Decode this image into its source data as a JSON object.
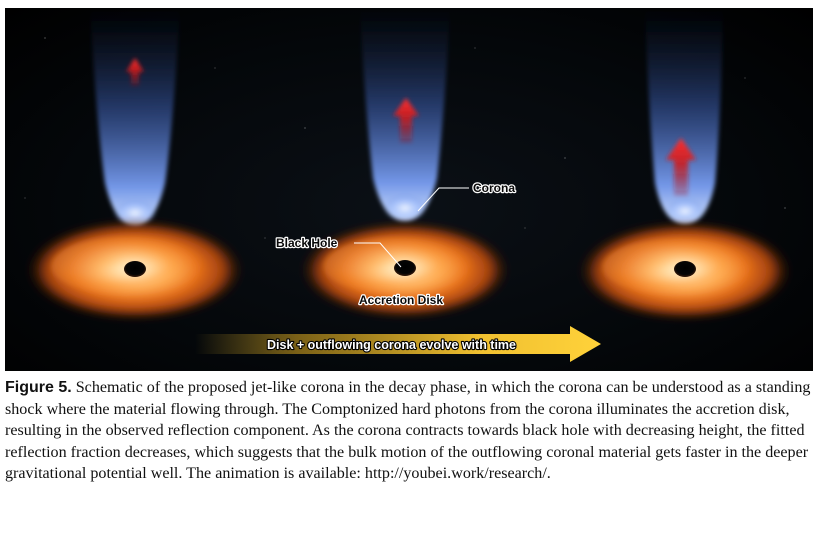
{
  "figure": {
    "labels": {
      "corona": "Corona",
      "black_hole": "Black Hole",
      "accretion_disk": "Accretion Disk"
    },
    "time_arrow_text": "Disk + outflowing corona evolve with time",
    "colors": {
      "background": "#000000",
      "corona": "#8fb6ff",
      "disk": "#e8701a",
      "outflow_arrow": "#d41c1c",
      "time_arrow": "#f2c230"
    }
  },
  "caption": {
    "label": "Figure 5.",
    "text": "Schematic of the proposed jet-like corona in the decay phase, in which the corona can be understood as a standing shock where the material flowing through. The Comptonized hard photons from the corona illuminates the accretion disk, resulting in the observed reflection component. As the corona contracts towards black hole with decreasing height, the fitted reflection fraction decreases, which suggests that the bulk motion of the outflowing coronal material gets faster in the deeper gravitational potential well. The animation is available: http://youbei.work/research/."
  }
}
